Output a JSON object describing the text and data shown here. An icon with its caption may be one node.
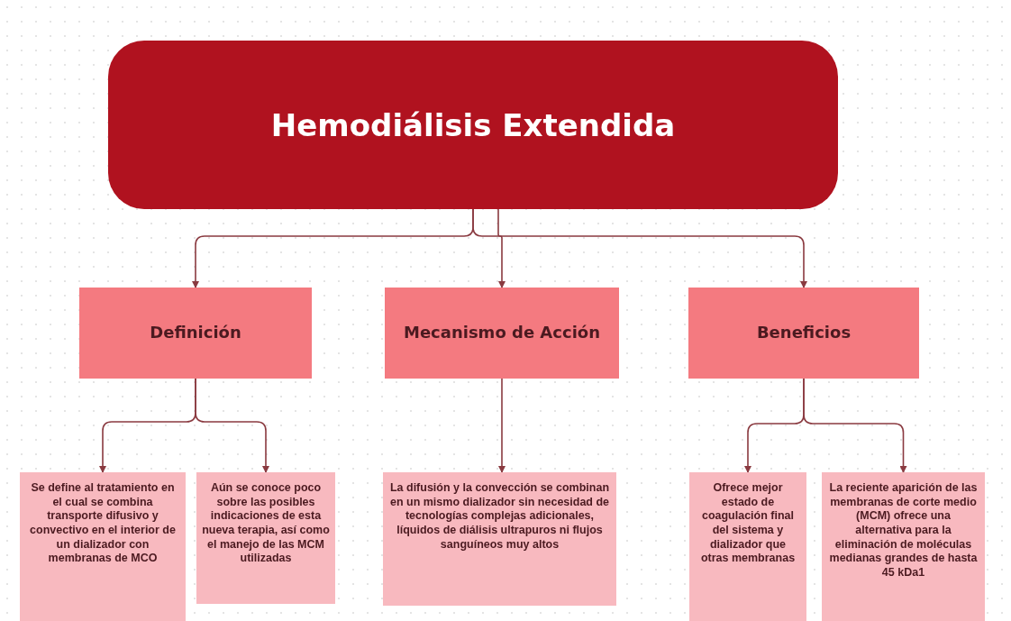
{
  "diagram": {
    "nodes": [
      {
        "text": [
          "Hemodiálisis Extendida"
        ]
      },
      {
        "text": [
          "Definición"
        ]
      },
      {
        "text": [
          "Mecanismo de Acción"
        ]
      },
      {
        "text": [
          "Beneficios"
        ]
      },
      {
        "text": [
          "Se define al tratamiento en el cual se combina transporte difusivo y convectivo en el interior de un dializador con membranas de MCO"
        ]
      },
      {
        "text": [
          "Aún se conoce poco sobre las posibles indicaciones de esta nueva terapia, así como el manejo de las MCM utilizadas"
        ]
      },
      {
        "text": [
          "La difusión y la convección se combinan en un mismo dializador sin necesidad de tecnologías complejas adicionales, líquidos de diálisis ultrapuros ni flujos sanguíneos muy altos"
        ]
      },
      {
        "text": [
          "Ofrece mejor estado de coagulación final del sistema y dializador que otras membranas"
        ]
      },
      {
        "text": [
          "La reciente aparición de las membranas de corte medio (MCM) ofrece una alternativa para la eliminación de moléculas medianas grandes de hasta 45 kDa1"
        ]
      }
    ],
    "edges": [
      {
        "from": 0,
        "to": 1,
        "arrow": "to"
      },
      {
        "from": 0,
        "to": 2,
        "arrow": "to"
      },
      {
        "from": 0,
        "to": 3,
        "arrow": "to"
      },
      {
        "from": 1,
        "to": 4,
        "arrow": "to"
      },
      {
        "from": 1,
        "to": 5,
        "arrow": "to"
      },
      {
        "from": 2,
        "to": 6,
        "arrow": "to"
      },
      {
        "from": 3,
        "to": 7,
        "arrow": "to"
      },
      {
        "from": 3,
        "to": 8,
        "arrow": "to"
      }
    ]
  }
}
